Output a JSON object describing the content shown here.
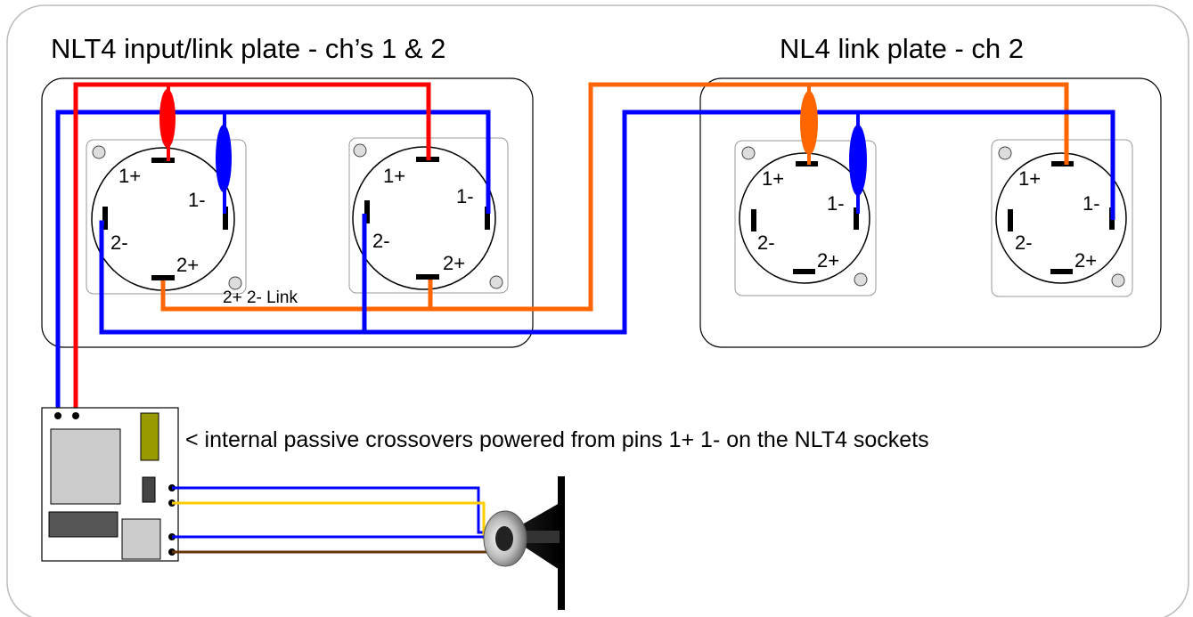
{
  "titles": {
    "left_plate": "NLT4 input/link plate - ch’s 1 & 2",
    "right_plate": "NL4 link plate - ch 2"
  },
  "sockets": [
    {
      "pins": {
        "p1": "1+",
        "n1": "1-",
        "n2": "2-",
        "p2": "2+"
      }
    },
    {
      "pins": {
        "p1": "1+",
        "n1": "1-",
        "n2": "2-",
        "p2": "2+"
      }
    },
    {
      "pins": {
        "p1": "1+",
        "n1": "1-",
        "n2": "2-",
        "p2": "2+"
      }
    },
    {
      "pins": {
        "p1": "1+",
        "n1": "1-",
        "n2": "2-",
        "p2": "2+"
      }
    }
  ],
  "link_label": "2+ 2- Link",
  "crossover_note": "<  internal passive crossovers powered from pins 1+ 1- on the NLT4 sockets",
  "colors": {
    "red_wire": "#ff0000",
    "blue_wire": "#0000ff",
    "orange_wire": "#ff6600",
    "yellow_wire": "#ffcc00",
    "brown_wire": "#663300"
  },
  "icons": {
    "speaker": "horn-speaker-icon",
    "crossover": "crossover-board-icon"
  }
}
